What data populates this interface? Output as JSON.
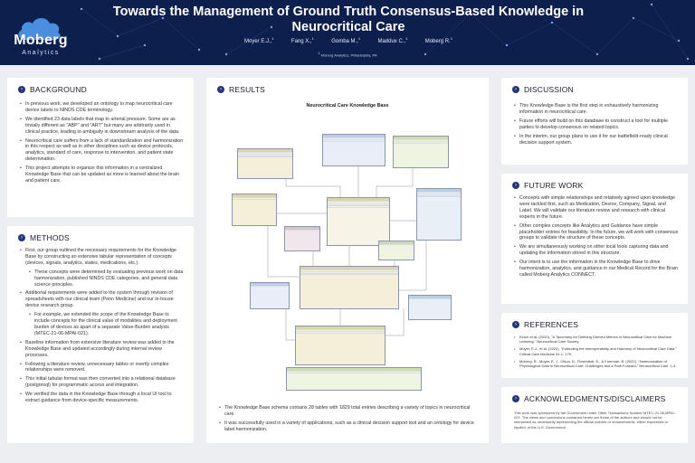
{
  "header": {
    "title": "Towards the Management of Ground Truth Consensus-Based Knowledge in Neurocritical Care",
    "authors": [
      {
        "name": "Moyer E.J.,",
        "sup": "1"
      },
      {
        "name": "Fang X.,",
        "sup": "1"
      },
      {
        "name": "Gomba M.,",
        "sup": "1"
      },
      {
        "name": "Maddux C.,",
        "sup": "1"
      },
      {
        "name": "Moberg R.",
        "sup": "1"
      }
    ],
    "affiliation_sup": "1",
    "affiliation": "Moberg Analytics, Philadelphia, PA"
  },
  "logo": {
    "name": "Moberg",
    "sub": "Analytics"
  },
  "background": {
    "title": "BACKGROUND",
    "items": [
      "In previous work, we developed an ontology to map neurocritical care device labels to NINDS CDE terminology.",
      "We identified 23 data labels that map to arterial pressure. Some are as trivially different as \"ABP\" and \"ART\" but many are arbitrarily used in clinical practice, leading to ambiguity in downstream analysis of the data.",
      "Neurocritical care suffers from a lack of standardization and harmonization in this respect as well as in other disciplines such as device protocols, analytics, standard of care, response to intervention, and patient state determination.",
      "This project attempts to organize this information in a centralized Knowledge Base that can be updated as more is learned about the brain and patient care."
    ]
  },
  "methods": {
    "title": "METHODS",
    "items": [
      "First, our group outlined the necessary requirements for the Knowledge Base by constructing an extensive tabular representation of concepts (devices, signals, analytics, states, medications, etc.).",
      "These concepts were determined by evaluating previous work on data harmonization, published NINDS CDE categories, and general data science principles.",
      "Additional requirements were added to the system through revision of spreadsheets with our clinical team (Penn Medicine) and our in-house device research group.",
      "For example, we extended the scope of the Knowledge Base to include concepts for the clinical value of modalities and deployment burden of devices as apart of a separate Value-Burden analysis (MTEC-21-06-MPAI-021).",
      "Baseline information from extensive literature review was added to the Knowledge Base and updated accordingly during internal review processes.",
      "Following a literature review, unnecessary tables or overtly complex relationships were removed.",
      "This initial tabular format was then converted into a relational database (postgresql) for programmatic access and integration.",
      "We verified the data in the Knowledge Base through a local UI tool to extract guidance from device-specific measurements."
    ]
  },
  "results": {
    "title": "RESULTS",
    "diagram_title": "Neurocritical Care Knowledge Base",
    "items": [
      "The Knowledge Base schema contains 28 tables with 1829 total entries describing a variety of topics in neurocritical care.",
      "It was successfully used in a variety of applications, such as a clinical decision support tool and an ontology for device label harmonization."
    ]
  },
  "discussion": {
    "title": "DISCUSSION",
    "items": [
      "This Knowledge Base is the first step in exhaustively harmonizing information in neurocritical care.",
      "Future efforts will build on this database to construct a tool for multiple parties to develop consensus on related topics.",
      "In the interim, our group plans to use it for our battlefield-ready clinical decision support system."
    ]
  },
  "future_work": {
    "title": "FUTURE WORK",
    "items": [
      "Concepts with simple relationships and relatively agreed upon knowledge were tackled first, such as Medication, Device, Company, Signal, and Label. We will validate our literature review and research with clinical experts in the future.",
      "Other complex concepts like Analytics and Guidance have simple placeholder entries for feasibility. In the future, we will work with consensus groups to validate the structure of these concepts.",
      "We are simultaneously working on other local tools capturing data and updating the information stored in this structure.",
      "Our intent is to use the information in the Knowledge Base to drive harmonization, analytics, and guidance in our Medical Record for the Brain called Moberg Analytics CONNECT."
    ]
  },
  "references": {
    "title": "REFERENCES",
    "items": [
      "Kirum et al. (2020). \"A Taxonomy for Defining Derived Metrics in Neurocritical Care for Machine Learning.\" Neurocritical Care Society.",
      "Moyer, E.J., et al. (2022). \"Extending the Interoperability and Harmony of Neurocritical Care Data.\" Critical Care Medicine 51.1, 179.",
      "Moberg, R., Moyer, E. J., Olson, D., Rosenthal, E., & Foreman, B. (2022). \"Harmonization of Physiological Data in Neurocritical Care: Challenges and a Path Forward.\" Neurocritical Care, 1-4."
    ]
  },
  "acknowledgments": {
    "title": "ACKNOWLEDGMENTS/DISCLAIMERS",
    "text": "This work was sponsored by the Government under Other Transactions Number MTEC-21-06-MPAI-021. The views and conclusions contained herein are those of the authors and should not be interpreted as necessarily representing the official policies or endorsements, either expressed or implied, of the U.S. Government."
  },
  "colors": {
    "header_bg": "#0d1f4d",
    "accent": "#26357a"
  }
}
